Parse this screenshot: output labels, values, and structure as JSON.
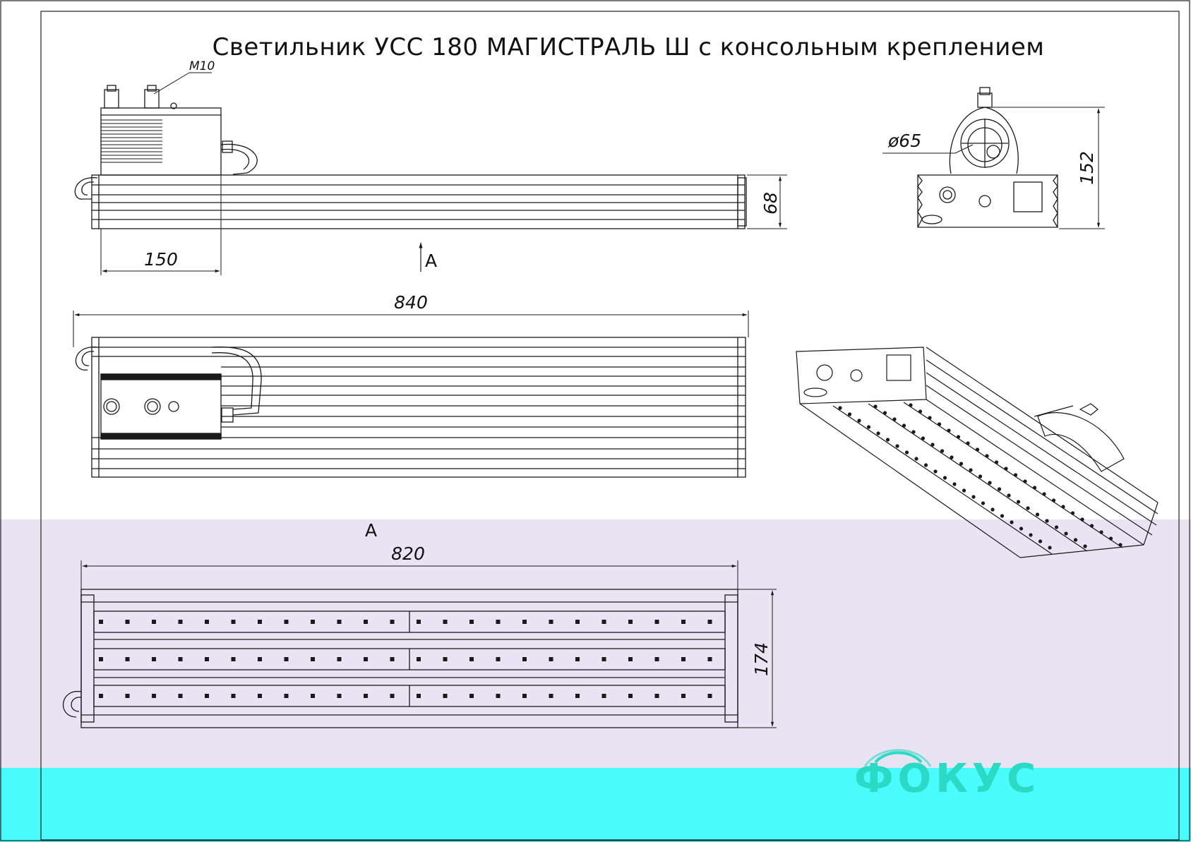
{
  "title": "Светильник УСС 180 МАГИСТРАЛЬ Ш с консольным креплением",
  "dimensions": {
    "bolt": "M10",
    "side_height": "68",
    "box_length": "150",
    "total_length": "840",
    "pipe_diameter": "ø65",
    "end_height": "152",
    "bottom_length": "820",
    "bottom_width": "174"
  },
  "view_marks": {
    "view_arrow": "A",
    "view_label": "A"
  },
  "logo": {
    "text": "ФОКУС",
    "color": "#2bd9c4"
  },
  "colors": {
    "line": "#1a1a1a",
    "lilac_band": "#e8e4f3",
    "cyan_band": "#49fbfb"
  }
}
